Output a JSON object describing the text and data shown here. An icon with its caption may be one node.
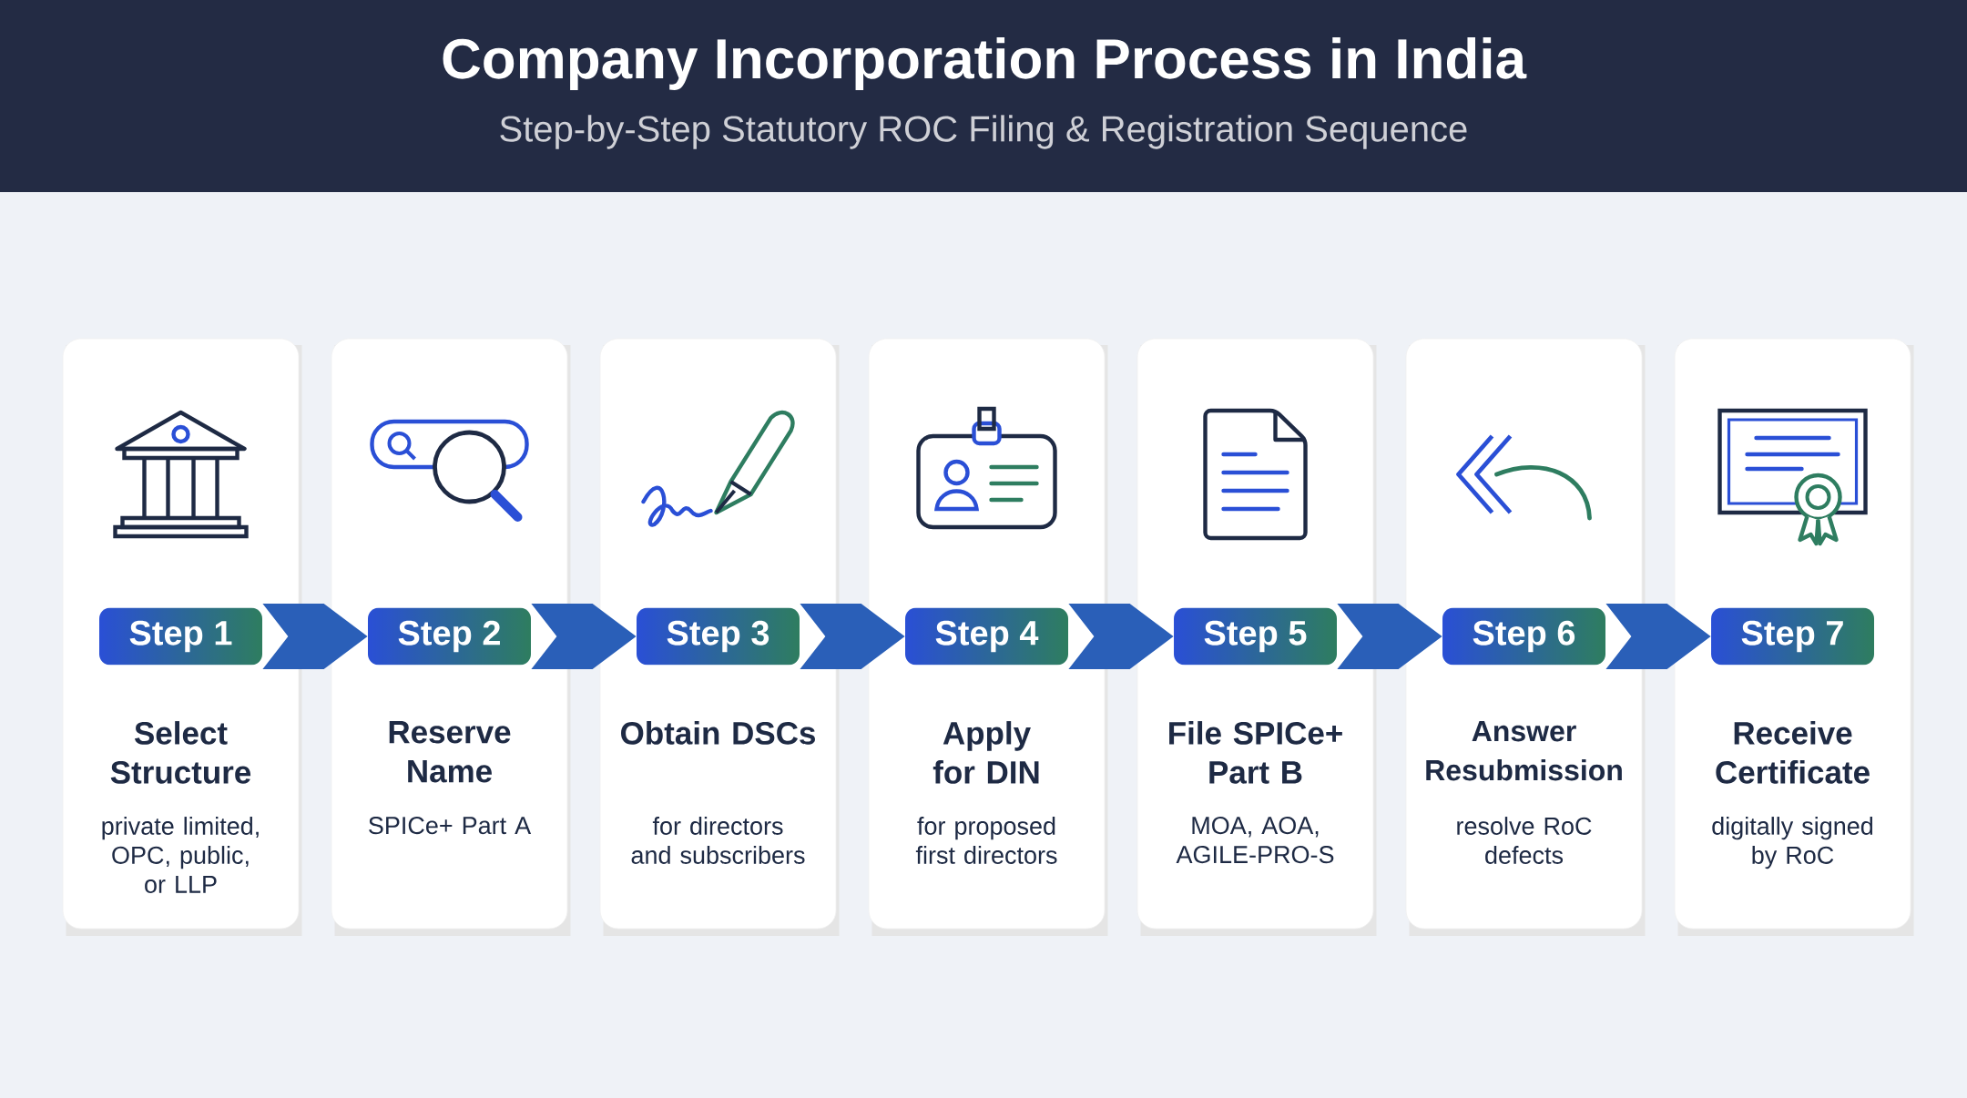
{
  "diagram": {
    "title": "Company Incorporation Process in India",
    "nodes": [
      {
        "text": [
          "Select Structure",
          "private limited, OPC, public, or LLP"
        ]
      },
      {
        "text": [
          "Step 1"
        ],
        "in": 0
      },
      {
        "text": [
          "Reserve Name",
          "SPICe+ Part A"
        ]
      },
      {
        "text": [
          "Step 2"
        ],
        "in": 2
      },
      {
        "text": [
          "Obtain DSCs",
          "for directors and subscribers"
        ]
      },
      {
        "text": [
          "Step 3"
        ],
        "in": 4
      },
      {
        "text": [
          "Apply for DIN",
          "for proposed first directors"
        ]
      },
      {
        "text": [
          "Step 4"
        ],
        "in": 6
      },
      {
        "text": [
          "File SPICe+ Part B",
          "MOA, AOA, AGILE-PRO-S"
        ]
      },
      {
        "text": [
          "Step 5"
        ],
        "in": 8
      },
      {
        "text": [
          "Answer Resubmission",
          "resolve RoC defects"
        ]
      },
      {
        "text": [
          "Step 6"
        ],
        "in": 10
      },
      {
        "text": [
          "Receive Certificate",
          "digitally signed by RoC"
        ]
      },
      {
        "text": [
          "Step 7"
        ],
        "in": 12
      }
    ],
    "edges": [
      {
        "from": 1,
        "to": 3,
        "arrow": "to"
      },
      {
        "from": 3,
        "to": 5,
        "arrow": "to"
      },
      {
        "from": 5,
        "to": 7,
        "arrow": "to"
      },
      {
        "from": 7,
        "to": 9,
        "arrow": "to"
      },
      {
        "from": 9,
        "to": 11,
        "arrow": "to"
      },
      {
        "from": 11,
        "to": 13,
        "arrow": "to"
      }
    ],
    "labels": [
      "Step-by-Step Statutory ROC Filing & Registration Sequence"
    ]
  }
}
